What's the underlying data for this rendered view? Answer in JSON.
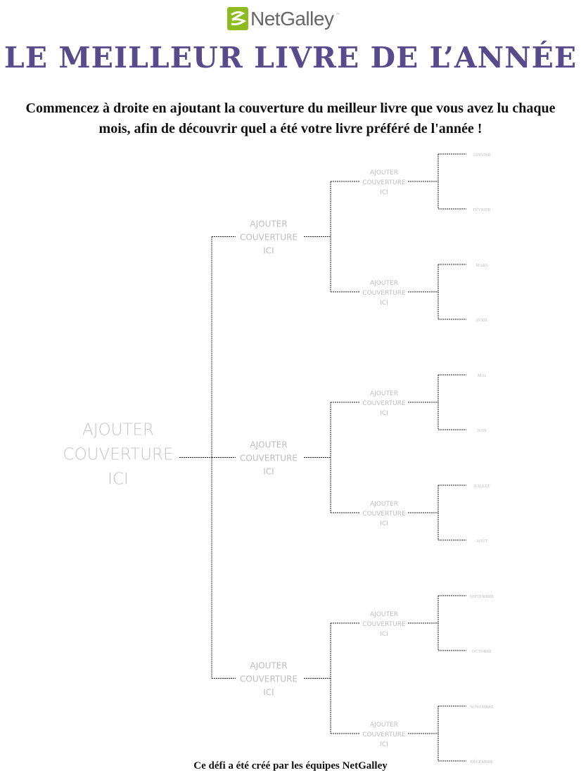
{
  "logo": {
    "text": "NetGalley",
    "tm": "™"
  },
  "title": "LE MEILLEUR LIVRE DE L’ANNÉE",
  "subtitle": "Commencez à droite en ajoutant la couverture du meilleur livre que vous avez lu chaque mois, afin de découvrir quel a été votre livre préféré de l'année !",
  "placeholder": [
    "AJOUTER",
    "COUVERTURE",
    "ICI"
  ],
  "months": [
    "JANVIER",
    "FÉVRIER",
    "MARS",
    "AVRIL",
    "MAI",
    "JUIN",
    "JUILLET",
    "AOÛT",
    "SEPTEMBRE",
    "OCTOBRE",
    "NOVEMBRE",
    "DÉCEMBRE"
  ],
  "footer": "Ce défi a été créé par les équipes NetGalley",
  "colors": {
    "title": "#574b8c",
    "logo_green": "#8cbc1f",
    "placeholder": "#bdbdbd"
  }
}
